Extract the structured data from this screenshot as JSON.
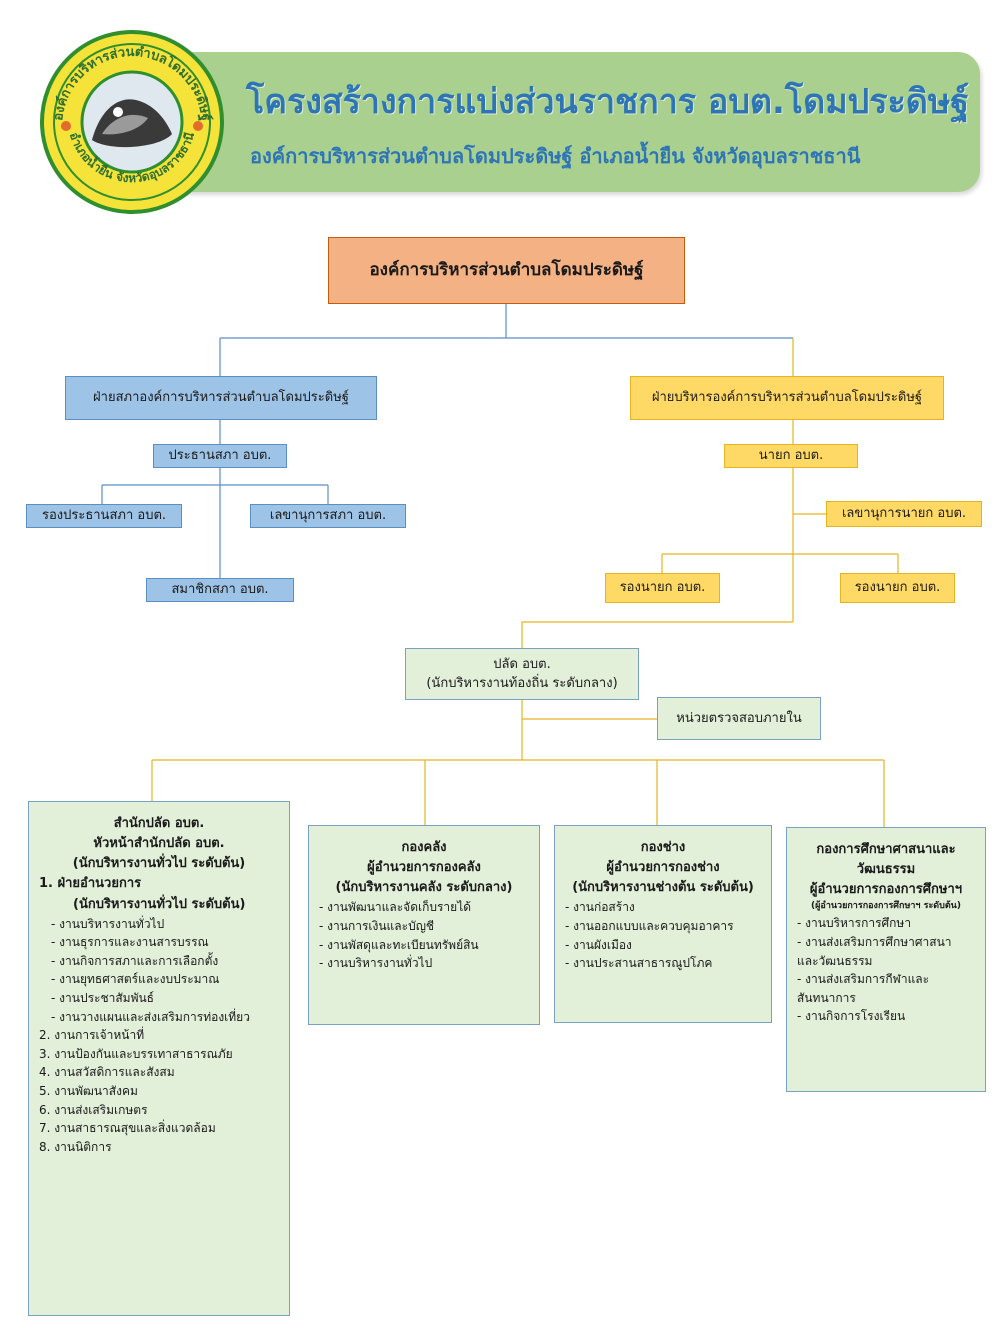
{
  "header": {
    "title": "โครงสร้างการแบ่งส่วนราชการ อบต.โดมประดิษฐ์",
    "subtitle": "องค์การบริหารส่วนตำบลโดมประดิษฐ์ อำเภอน้ำยืน จังหวัดอุบลราชธานี",
    "seal_top_text": "องค์การบริหารส่วนตำบลโดมประดิษฐ์",
    "seal_bottom_text": "อำเภอน้ำยืน จังหวัดอุบลราชธานี"
  },
  "top": {
    "label": "องค์การบริหารส่วนตำบลโดมประดิษฐ์"
  },
  "council": {
    "label": "ฝ่ายสภาองค์การบริหารส่วนตำบลโดมประดิษฐ์",
    "chair": "ประธานสภา อบต.",
    "vice_chair": "รองประธานสภา อบต.",
    "secretary": "เลขานุการสภา อบต.",
    "members": "สมาชิกสภา อบต."
  },
  "executive": {
    "label": "ฝ่ายบริหารองค์การบริหารส่วนตำบลโดมประดิษฐ์",
    "mayor": "นายก อบต.",
    "secretary": "เลขานุการนายก อบต.",
    "deputy_left": "รองนายก อบต.",
    "deputy_right": "รองนายก อบต."
  },
  "clerk": {
    "line1": "ปลัด อบต.",
    "line2": "(นักบริหารงานท้องถิ่น ระดับกลาง)"
  },
  "audit": {
    "label": "หน่วยตรวจสอบภายใน"
  },
  "divisions": {
    "office": {
      "title": "สำนักปลัด อบต.",
      "head": "หัวหน้าสำนักปลัด อบต.",
      "head_level": "(นักบริหารงานทั่วไป ระดับต้น)",
      "section1": "1. ฝ่ายอำนวยการ",
      "section1_level": "(นักบริหารงานทั่วไป ระดับต้น)",
      "section1_items": [
        "- งานบริหารงานทั่วไป",
        "- งานธุรการและงานสารบรรณ",
        "- งานกิจการสภาและการเลือกตั้ง",
        "- งานยุทธศาสตร์และงบประมาณ",
        "- งานประชาสัมพันธ์",
        "- งานวางแผนและส่งเสริมการท่องเที่ยว"
      ],
      "other_items": [
        "2. งานการเจ้าหน้าที่",
        "3. งานป้องกันและบรรเทาสาธารณภัย",
        "4. งานสวัสดิการและสังสม",
        "5. งานพัฒนาสังคม",
        "6. งานส่งเสริมเกษตร",
        "7. งานสาธารณสุขและสิ่งแวดล้อม",
        "8. งานนิติการ"
      ]
    },
    "finance": {
      "title": "กองคลัง",
      "head": "ผู้อำนวยการกองคลัง",
      "head_level": "(นักบริหารงานคลัง ระดับกลาง)",
      "items": [
        "- งานพัฒนาและจัดเก็บรายได้",
        "- งานการเงินและบัญชี",
        "- งานพัสดุและทะเบียนทรัพย์สิน",
        "- งานบริหารงานทั่วไป"
      ]
    },
    "engineering": {
      "title": "กองช่าง",
      "head": "ผู้อำนวยการกองช่าง",
      "head_level": "(นักบริหารงานช่างต้น ระดับต้น)",
      "items": [
        "- งานก่อสร้าง",
        "- งานออกแบบและควบคุมอาคาร",
        "- งานผังเมือง",
        "- งานประสานสาธารณูปโภค"
      ]
    },
    "education": {
      "title1": "กองการศึกษาศาสนาและ",
      "title2": "วัฒนธรรม",
      "head": "ผู้อำนวยการกองการศึกษาฯ",
      "head_level": "(ผู้อำนวยการกองการศึกษาฯ ระดับต้น)",
      "items": [
        "- งานบริหารการศึกษา",
        "- งานส่งเสริมการศึกษาศาสนา",
        "และวัฒนธรรม",
        "- งานส่งเสริมการกีฬาและ",
        "สันทนาการ",
        "- งานกิจการโรงเรียน"
      ]
    }
  },
  "colors": {
    "banner": "#a9d08e",
    "title": "#2e75b6",
    "top_box": "#f4b183",
    "council": "#9dc3e6",
    "executive": "#ffd966",
    "divisions": "#e2efd9"
  }
}
